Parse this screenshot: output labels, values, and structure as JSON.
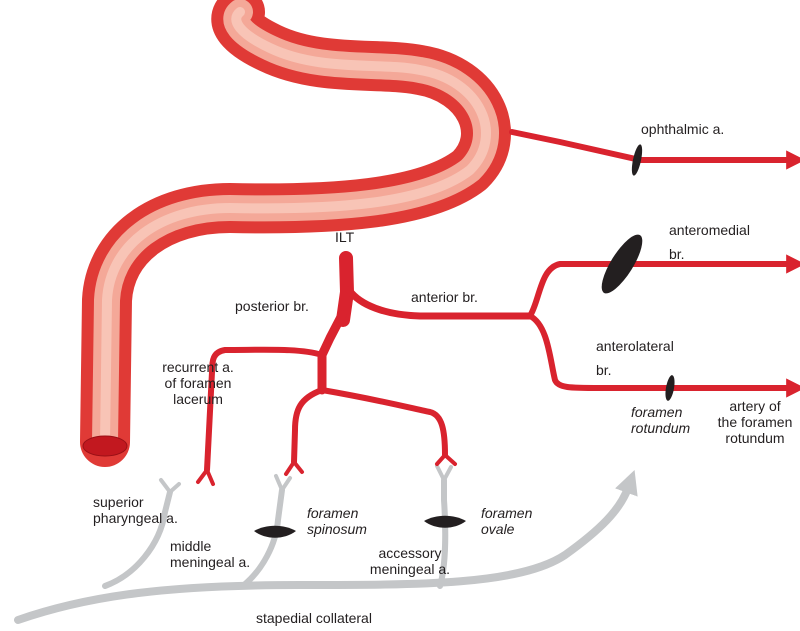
{
  "labels": {
    "ophthalmic": "ophthalmic a.",
    "ilt": "ILT",
    "anteromedial_1": "anteromedial",
    "anteromedial_2": "br.",
    "posterior": "posterior br.",
    "anterior": "anterior br.",
    "anterolateral_1": "anterolateral",
    "anterolateral_2": "br.",
    "recurrent_1": "recurrent a.",
    "recurrent_2": "of foramen",
    "recurrent_3": "lacerum",
    "foramen_rotundum_1": "foramen",
    "foramen_rotundum_2": "rotundum",
    "artery_rotundum_1": "artery of",
    "artery_rotundum_2": "the foramen",
    "artery_rotundum_3": "rotundum",
    "superior_pharyngeal_1": "superior",
    "superior_pharyngeal_2": "pharyngeal a.",
    "foramen_spinosum_1": "foramen",
    "foramen_spinosum_2": "spinosum",
    "foramen_ovale_1": "foramen",
    "foramen_ovale_2": "ovale",
    "middle_meningeal_1": "middle",
    "middle_meningeal_2": "meningeal a.",
    "accessory_meningeal_1": "accessory",
    "accessory_meningeal_2": "meningeal a.",
    "stapedial": "stapedial collateral"
  },
  "colors": {
    "artery_red": "#d9232e",
    "carotid_light": "#f6b3a3",
    "carotid_dark": "#e03a36",
    "collateral_gray": "#c4c6c8",
    "foramen_black": "#231f20",
    "text": "#231f20"
  }
}
